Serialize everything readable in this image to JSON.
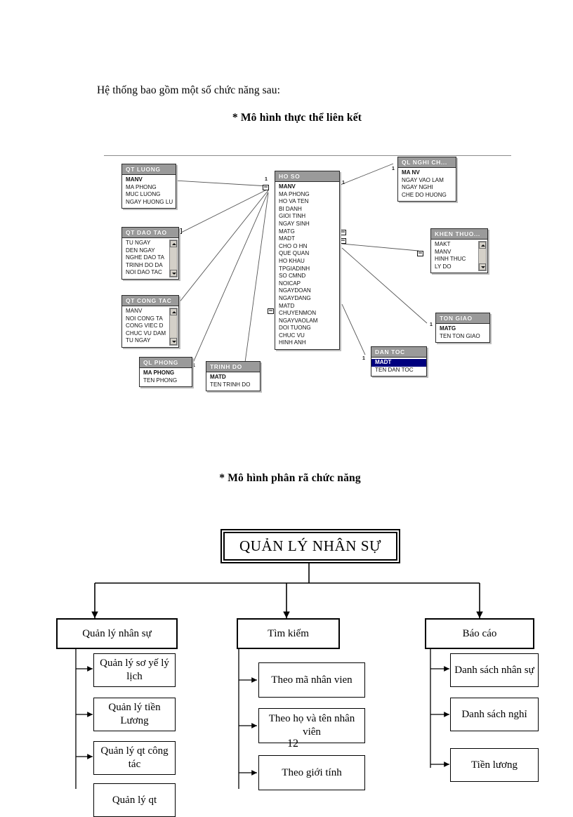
{
  "document": {
    "intro_text": "Hệ thống bao gồm một số chức năng sau:",
    "er_heading": "* Mô hình thực thể liên kết",
    "fd_heading": "* Mô hình phân rã chức năng",
    "page_number": "12"
  },
  "er_diagram": {
    "tables": [
      {
        "id": "qt-luong",
        "name": "QT LUONG",
        "fields": [
          "MANV",
          "MA PHONG",
          "MUC LUONG",
          "NGAY HUONG LU"
        ],
        "key_index": 0,
        "scrollbar": false
      },
      {
        "id": "qt-dao-tao",
        "name": "QT DAO TAO",
        "fields": [
          "TU NGAY",
          "DEN NGAY",
          "NGHE DAO TA",
          "TRINH DO DA",
          "NOI DAO TAC"
        ],
        "key_index": -1,
        "scrollbar": true
      },
      {
        "id": "qt-cong-tac",
        "name": "QT CONG TAC",
        "fields": [
          "MANV",
          "NOI CONG TA",
          "CONG VIEC D",
          "CHUC VU DAM",
          "TU NGAY"
        ],
        "key_index": -1,
        "scrollbar": true
      },
      {
        "id": "ql-phong",
        "name": "QL PHONG",
        "fields": [
          "MA PHONG",
          "TEN PHONG"
        ],
        "key_index": 0,
        "scrollbar": false
      },
      {
        "id": "trinh-do",
        "name": "TRINH DO",
        "fields": [
          "MATD",
          "TEN TRINH DO"
        ],
        "key_index": 0,
        "scrollbar": false
      },
      {
        "id": "ho-so",
        "name": "HO SO",
        "fields": [
          "MANV",
          "MA PHONG",
          "HO VA TEN",
          "BI DANH",
          "GIOI TINH",
          "NGAY SINH",
          "MATG",
          "MADT",
          "CHO O HN",
          "QUE QUAN",
          "HO KHAU",
          "TPGIADINH",
          "SO CMND",
          "NOICAP",
          "NGAYDOAN",
          "NGAYDANG",
          "MATD",
          "CHUYENMON",
          "NGAYVAOLAM",
          "DOI TUONG",
          "CHUC VU",
          "HINH ANH"
        ],
        "key_index": 0,
        "scrollbar": false
      },
      {
        "id": "ql-nghi-ch",
        "name": "QL NGHI CH...",
        "fields": [
          "MA NV",
          "NGAY VAO LAM",
          "NGAY NGHI",
          "CHE DO HUONG"
        ],
        "key_index": 0,
        "scrollbar": false
      },
      {
        "id": "khen-thuo",
        "name": "KHEN THUO...",
        "fields": [
          "MAKT",
          "MANV",
          "HINH THUC",
          "LY DO"
        ],
        "key_index": -1,
        "scrollbar": true
      },
      {
        "id": "ton-giao",
        "name": "TON GIAO",
        "fields": [
          "MATG",
          "TEN TON GIAO"
        ],
        "key_index": 0,
        "scrollbar": false
      },
      {
        "id": "dan-toc",
        "name": "DAN TOC",
        "fields": [
          "MADT",
          "TEN DAN TOC"
        ],
        "key_index": 0,
        "selected_index": 0,
        "scrollbar": false
      }
    ],
    "cardinality": {
      "one": "1",
      "many": "∞"
    }
  },
  "function_tree": {
    "root": "QUẢN LÝ NHÂN SỰ",
    "branches": [
      {
        "id": "ql-nhan-su",
        "label": "Quản lý nhân sự",
        "children": [
          "Quản lý sơ yế lý lịch",
          "Quản lý tiền Lương",
          "Quản lý qt công tác",
          "Quản lý qt"
        ]
      },
      {
        "id": "tim-kiem",
        "label": "Tìm kiếm",
        "children": [
          "Theo mã nhân vien",
          "Theo họ và tên nhân viên",
          "Theo giới tính"
        ]
      },
      {
        "id": "bao-cao",
        "label": "Báo cáo",
        "children": [
          "Danh sách nhân sự",
          "Danh sách nghỉ",
          "Tiền lương"
        ]
      }
    ]
  }
}
